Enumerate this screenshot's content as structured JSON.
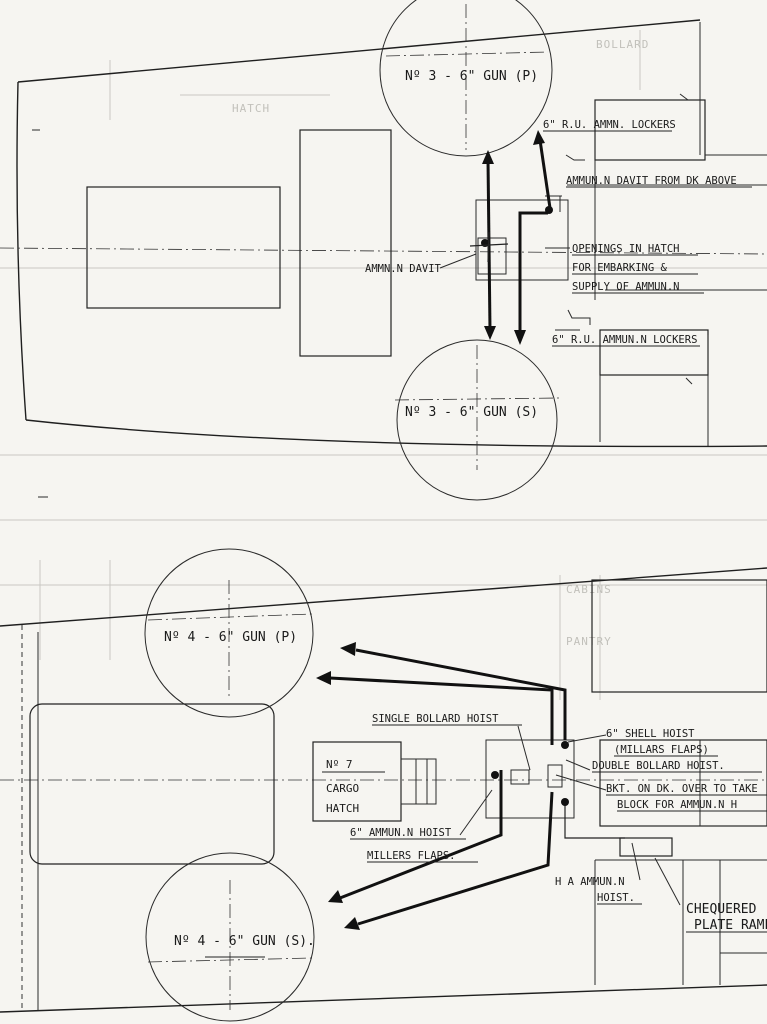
{
  "upper_plan": {
    "gun_port": "Nº 3 - 6\" GUN (P)",
    "gun_stbd": "Nº 3 - 6\" GUN (S)",
    "ru_lockers_top": "6\" R.U. AMMN. LOCKERS",
    "davit_from_deck": "AMMUN.N DAVIT FROM DK ABOVE",
    "ammn_davit": "AMMN.N DAVIT",
    "openings_line1": "OPENINGS IN HATCH",
    "openings_line2": "FOR EMBARKING &",
    "openings_line3": "SUPPLY OF AMMUN.N",
    "ru_lockers_bottom": "6\" R.U. AMMUN.N LOCKERS",
    "faint_hatch": "HATCH",
    "faint_top": "BOLLARD"
  },
  "lower_plan": {
    "gun_port": "Nº 4 - 6\" GUN (P)",
    "gun_stbd": "Nº 4 - 6\" GUN (S).",
    "cargo_no": "Nº 7",
    "cargo_word": "CARGO",
    "hatch_word": "HATCH",
    "single_bollard": "SINGLE BOLLARD HOIST",
    "shell_hoist_1": "6\" SHELL HOIST",
    "shell_hoist_2": "(MILLARS FLAPS)",
    "double_bollard": "DOUBLE BOLLARD HOIST.",
    "bkt_line1": "BKT. ON DK. OVER TO TAKE",
    "bkt_line2": "BLOCK FOR AMMUN.N H",
    "ammun_hoist_1": "6\" AMMUN.N HOIST",
    "ammun_hoist_2": "MILLERS FLAPS.",
    "ha_ammun_1": "H A AMMUN.N",
    "ha_ammun_2": "HOIST.",
    "chequered_1": "CHEQUERED",
    "chequered_2": "PLATE RAMP",
    "faint_mid": "CABINS",
    "faint_mid2": "PANTRY"
  }
}
